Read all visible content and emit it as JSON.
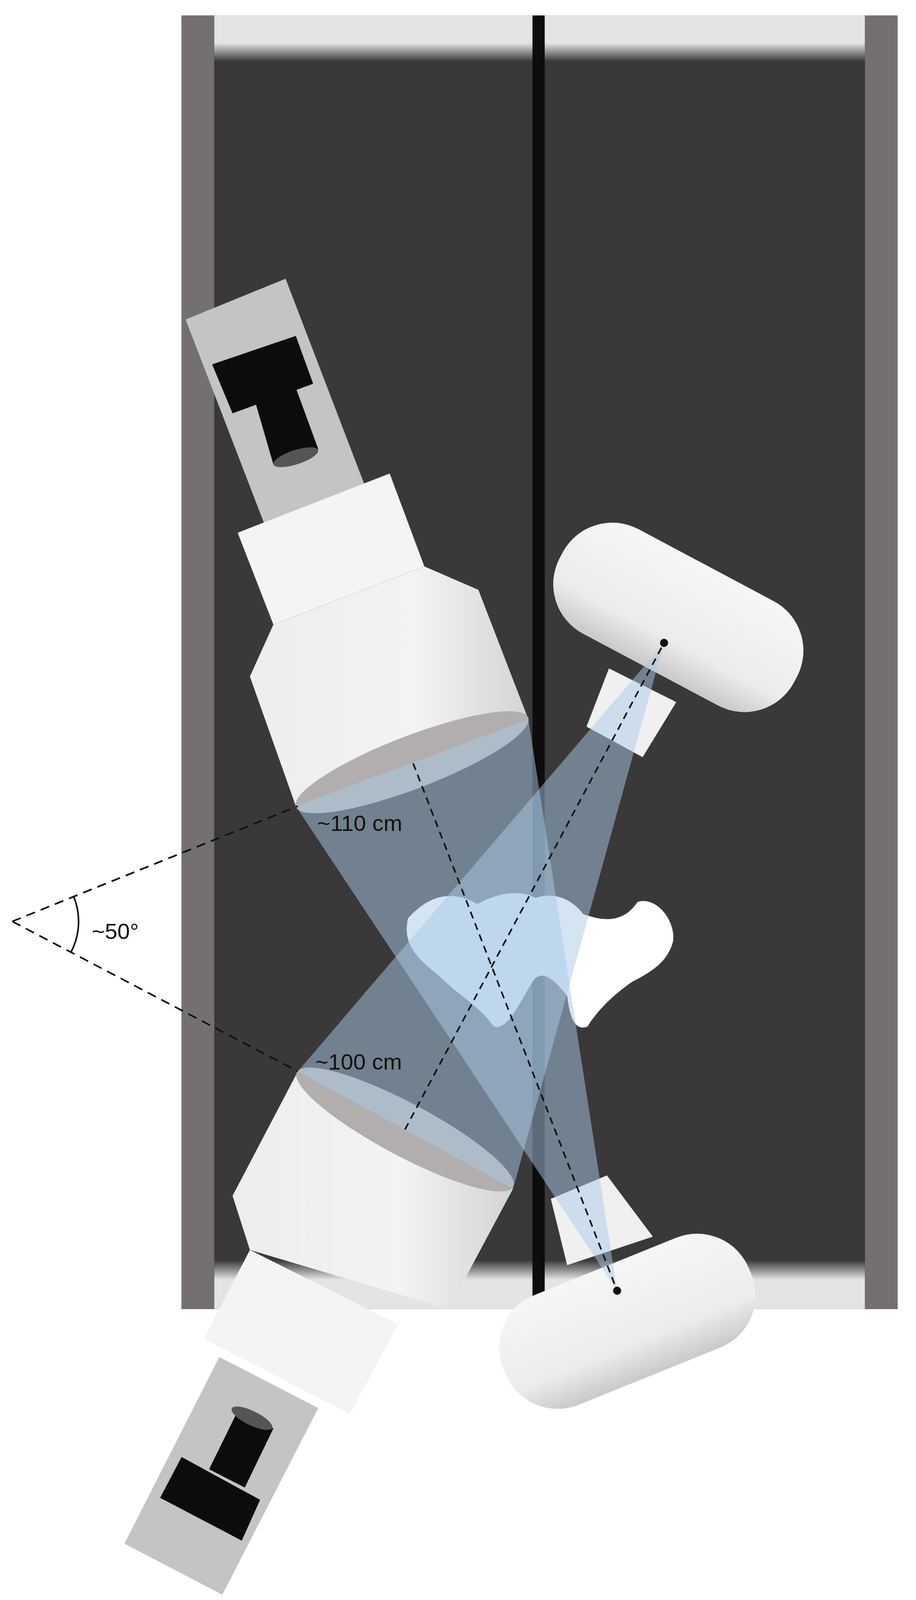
{
  "diagram": {
    "labels": [
      "~110 cm",
      "~100 cm",
      "~50°"
    ]
  }
}
